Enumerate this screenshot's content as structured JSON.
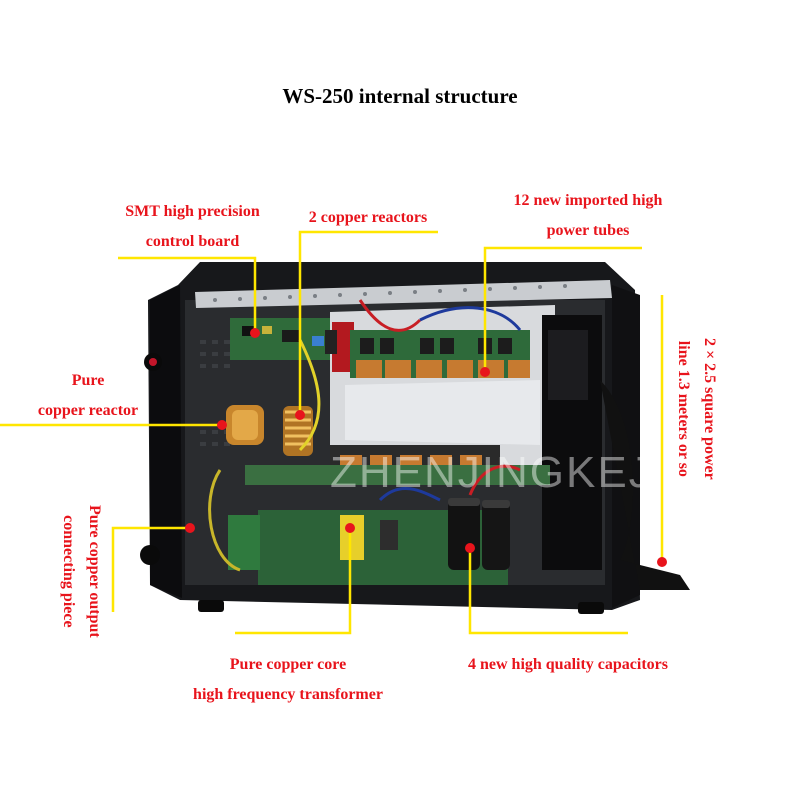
{
  "title": "WS-250 internal structure",
  "labels": {
    "smt_line1": "SMT high precision",
    "smt_line2": "control board",
    "copper_reactors": "2 copper reactors",
    "tubes_line1": "12 new imported high",
    "tubes_line2": "power tubes",
    "pure_reactor_line1": "Pure",
    "pure_reactor_line2": "copper reactor",
    "power_line_line1": "2 × 2.5 square power",
    "power_line_line2": "line 1.3 meters or so",
    "output_line1": "Pure copper output",
    "output_line2": "connecting piece",
    "transformer_line1": "Pure copper core",
    "transformer_line2": "high frequency transformer",
    "capacitors": "4 new high quality capacitors"
  },
  "watermark": "ZHENJINGKEJ",
  "colors": {
    "label_text": "#e8141c",
    "leader_line": "#ffe600",
    "marker_dot": "#e8141c"
  }
}
